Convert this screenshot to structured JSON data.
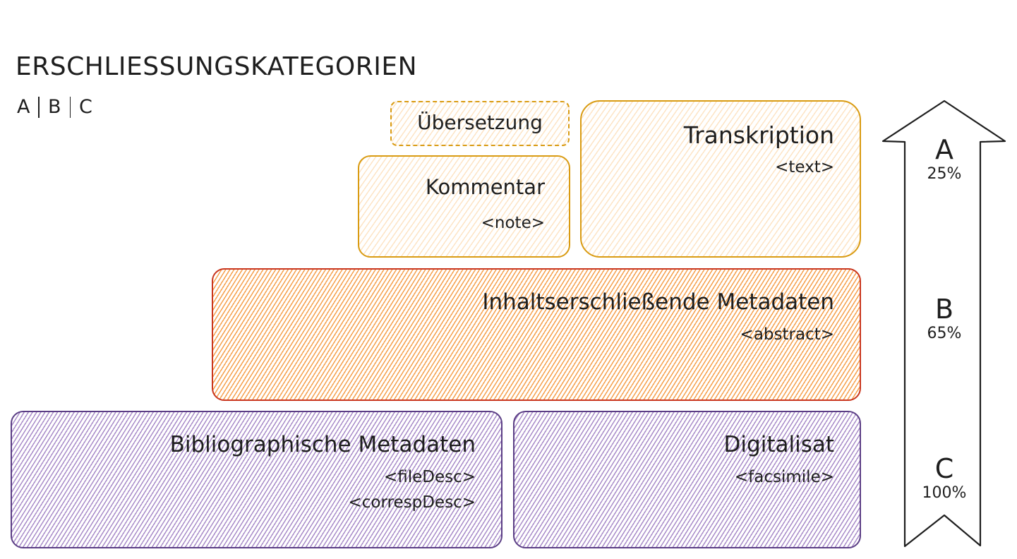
{
  "header": {
    "title": "ERSCHLIESSUNGSKATEGORIEN",
    "legend": [
      "A",
      "B",
      "C"
    ]
  },
  "boxes": {
    "uebersetzung": {
      "label": "Übersetzung",
      "style": "dashed",
      "color": "#d99b12"
    },
    "kommentar": {
      "label": "Kommentar",
      "tag": "<note>",
      "color": "#d99b12"
    },
    "transkription": {
      "label": "Transkription",
      "tag": "<text>",
      "color": "#d99b12"
    },
    "inhalt": {
      "label": "Inhaltserschließende Metadaten",
      "tag": "<abstract>",
      "color": "#c9361e",
      "fill": "#f6a04c"
    },
    "biblio": {
      "label": "Bibliographische Metadaten",
      "tags": [
        "<fileDesc>",
        "<correspDesc>"
      ],
      "color": "#5b3e85",
      "fill": "#a98cc9"
    },
    "digitalisat": {
      "label": "Digitalisat",
      "tag": "<facsimile>",
      "color": "#5b3e85",
      "fill": "#a98cc9"
    }
  },
  "arrow": {
    "levels": [
      {
        "letter": "A",
        "percent": "25%"
      },
      {
        "letter": "B",
        "percent": "65%"
      },
      {
        "letter": "C",
        "percent": "100%"
      }
    ]
  }
}
